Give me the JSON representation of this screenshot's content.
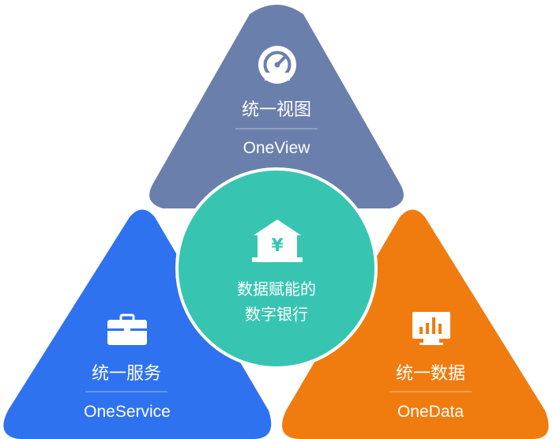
{
  "top": {
    "title_zh": "统一视图",
    "title_en": "OneView"
  },
  "left": {
    "title_zh": "统一服务",
    "title_en": "OneService"
  },
  "right": {
    "title_zh": "统一数据",
    "title_en": "OneData"
  },
  "center": {
    "line1": "数据赋能的",
    "line2": "数字银行",
    "bank_symbol": "¥"
  },
  "colors": {
    "top": "#6a7fab",
    "left": "#2e72ef",
    "right": "#f07c0f",
    "center": "#37c5b2",
    "divider": "#ffffff"
  },
  "icons": {
    "top": "dashboard-gauge-icon",
    "left": "briefcase-icon",
    "right": "bar-chart-monitor-icon",
    "center": "bank-yuan-icon"
  }
}
